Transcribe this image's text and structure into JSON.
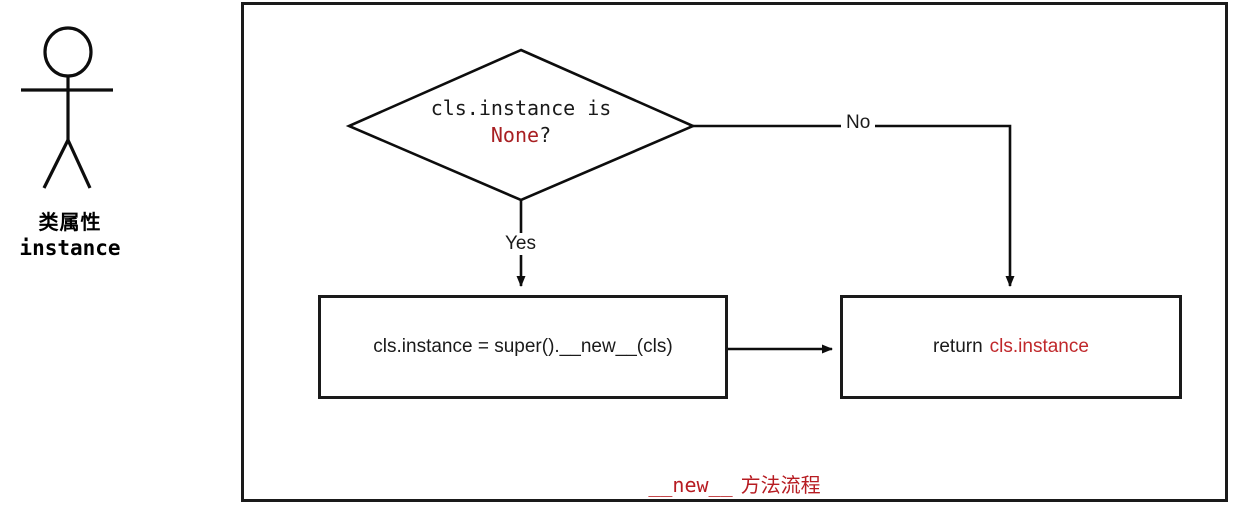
{
  "diagram": {
    "caption_code": "__new__",
    "caption_text": "方法流程",
    "accent_red": "#b71c22",
    "line_color": "#1a1a1a"
  },
  "actor": {
    "icon": "stick-figure-actor-icon",
    "label_cn": "类属性",
    "label_code": "instance"
  },
  "decision": {
    "line1": "cls.instance is",
    "keyword": "None",
    "suffix": "?"
  },
  "edges": {
    "yes_label": "Yes",
    "no_label": "No"
  },
  "boxes": {
    "assign": {
      "text": "cls.instance = super().__new__(cls)"
    },
    "return": {
      "keyword": "return",
      "value": "cls.instance"
    }
  }
}
